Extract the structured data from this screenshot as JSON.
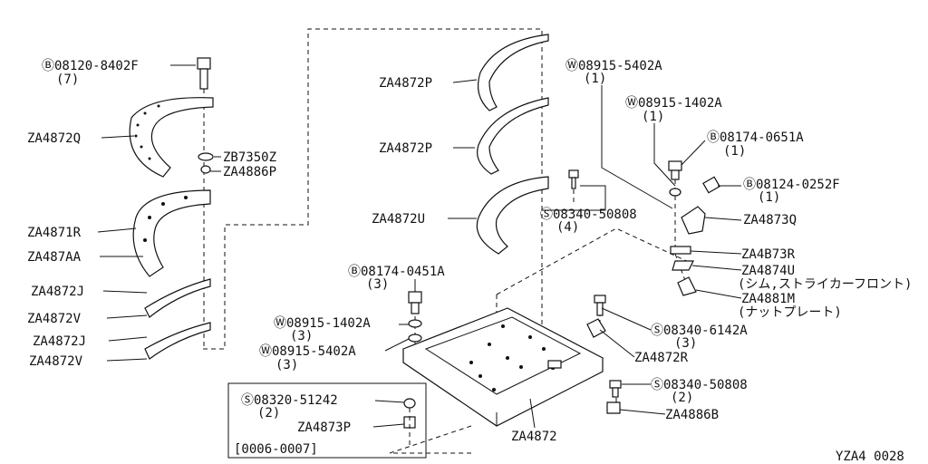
{
  "diagram_code": "YZA4 0028",
  "labels": {
    "b_08120_8402f": "Ⓑ08120-8402F",
    "qty_7": "(7)",
    "za4872q": "ZA4872Q",
    "zb7350z": "ZB7350Z",
    "za4886p": "ZA4886P",
    "za4871r": "ZA4871R",
    "za487aa": "ZA487AA",
    "za4872j_1": "ZA4872J",
    "za4872v_1": "ZA4872V",
    "za4872j_2": "ZA4872J",
    "za4872v_2": "ZA4872V",
    "za4872p_1": "ZA4872P",
    "za4872p_2": "ZA4872P",
    "za4872u": "ZA4872U",
    "s_08340_50808_a": "Ⓢ08340-50808",
    "qty_4": "(4)",
    "w_08915_5402a_top": "Ⓦ08915-5402A",
    "qty_1_a": "(1)",
    "w_08915_1402a_top": "Ⓦ08915-1402A",
    "qty_1_b": "(1)",
    "b_08174_0651a": "Ⓑ08174-0651A",
    "qty_1_c": "(1)",
    "b_08124_0252f": "Ⓑ08124-0252F",
    "qty_1_d": "(1)",
    "za4873q": "ZA4873Q",
    "za4873r": "ZA4B73R",
    "za4874u": "ZA4874U",
    "za4874u_note": "(シム,ストライカーフロント)",
    "za4881m": "ZA4881M",
    "za4881m_note": "(ナットプレート)",
    "b_08174_0451a": "Ⓑ08174-0451A",
    "qty_3_a": "(3)",
    "w_08915_1402a_mid": "Ⓦ08915-1402A",
    "qty_3_b": "(3)",
    "w_08915_5402a_mid": "Ⓦ08915-5402A",
    "qty_3_c": "(3)",
    "s_08340_6142a": "Ⓢ08340-6142A",
    "qty_3_d": "(3)",
    "za4872r": "ZA4872R",
    "s_08340_50808_b": "Ⓢ08340-50808",
    "qty_2_a": "(2)",
    "za4886b": "ZA4886B",
    "za4872": "ZA4872",
    "s_08320_51242": "Ⓢ08320-51242",
    "qty_2_b": "(2)",
    "za4873p": "ZA4873P",
    "serial_range": "[0006-0007]"
  }
}
